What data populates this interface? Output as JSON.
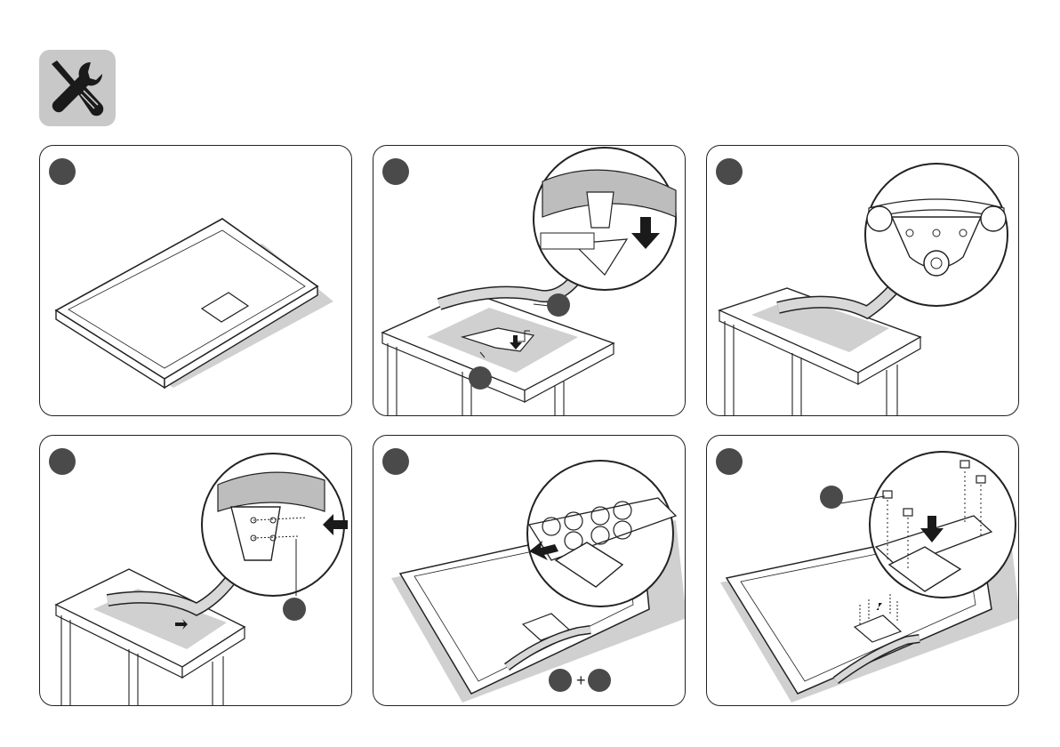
{
  "header": {
    "icon": "tools-icon"
  },
  "panels": [
    {
      "id": "p1",
      "step": "",
      "callouts": []
    },
    {
      "id": "p2",
      "step": "",
      "callouts": [
        "",
        ""
      ]
    },
    {
      "id": "p3",
      "step": "",
      "callouts": []
    },
    {
      "id": "p4",
      "step": "",
      "callouts": [
        ""
      ]
    },
    {
      "id": "p5",
      "step": "",
      "callouts": [
        "",
        ""
      ],
      "plus": "+"
    },
    {
      "id": "p6",
      "step": "",
      "callouts": [
        ""
      ]
    }
  ],
  "colors": {
    "badge": "#4a4a4a",
    "shadow": "#d0d0d0",
    "line": "#222222",
    "tool_bg": "#c8c8c8"
  }
}
